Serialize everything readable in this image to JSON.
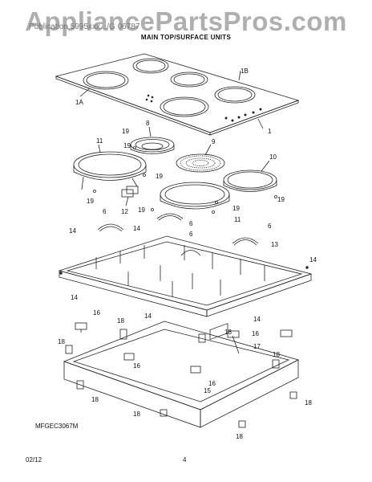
{
  "watermark": "AppliancePartsPros.com",
  "header_faint": "Publication 5995xxx.../G 06787",
  "page_title": "MAIN TOP/SURFACE UNITS",
  "callouts": {
    "c1": "1",
    "c1a": "1A",
    "c1b": "1B",
    "c8": "8",
    "c9": "9",
    "c10": "10",
    "c11a": "11",
    "c11b": "11",
    "c12": "12",
    "c13": "13",
    "c14a": "14",
    "c14b": "14",
    "c14c": "14",
    "c14d": "14",
    "c14e": "14",
    "c14f": "14",
    "c15": "15",
    "c16a": "16",
    "c16b": "16",
    "c16c": "16",
    "c16d": "16",
    "c17": "17",
    "c18a": "18",
    "c18b": "18",
    "c18c": "18",
    "c18d": "18",
    "c18e": "18",
    "c18f": "18",
    "c18g": "18",
    "c18h": "18",
    "c19a": "19",
    "c19b": "19",
    "c19c": "19",
    "c19d": "19",
    "c19e": "19",
    "c19f": "19",
    "c19g": "19",
    "c6a": "6",
    "c6b": "6",
    "c6c": "6",
    "c6d": "6"
  },
  "model_code": "MFGEC3067M",
  "footer": {
    "date": "02/12",
    "page": "4"
  }
}
